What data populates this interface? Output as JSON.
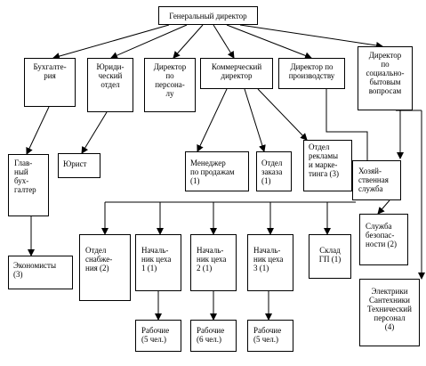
{
  "nodes": {
    "ceo": "Генеральный директор",
    "accounting": "Бухгалте-\nрия",
    "legal": "Юриди-\nческий\nотдел",
    "hr_director": "Директор\nпо\nперсона-\nлу",
    "commercial_director": "Коммерческий\nдиректор",
    "production_director": "Директор по\nпроизводству",
    "social_director": "Директор\nпо\nсоциально-\nбытовым\nвопросам",
    "chief_accountant": "Глав-\nный\nбух-\nгалтер",
    "lawyer": "Юрист",
    "sales_managers": "Менеджер\nпо продажам\n(1)",
    "orders_dept": "Отдел\nзаказа\n(1)",
    "marketing_dept": "Отдел\nрекламы\nи марке-\nтинга (3)",
    "household_service": "Хозяй-\nственная\nслужба",
    "economists": "Экономисты\n(3)",
    "supply_dept": "Отдел\nснабже-\nния (2)",
    "shop_head_1": "Началь-\nник цеха\n1 (1)",
    "shop_head_2": "Началь-\nник цеха\n2 (1)",
    "shop_head_3": "Началь-\nник цеха\n3 (1)",
    "warehouse": "Склад\nГП (1)",
    "security": "Служба\nбезопас-\nности (2)",
    "electricians": "Электрики\nСантехники\nТехнический\nперсонал\n(4)",
    "workers_1": "Рабочие\n(5 чел.)",
    "workers_2": "Рабочие\n(6 чел.)",
    "workers_3": "Рабочие\n(5 чел.)"
  }
}
